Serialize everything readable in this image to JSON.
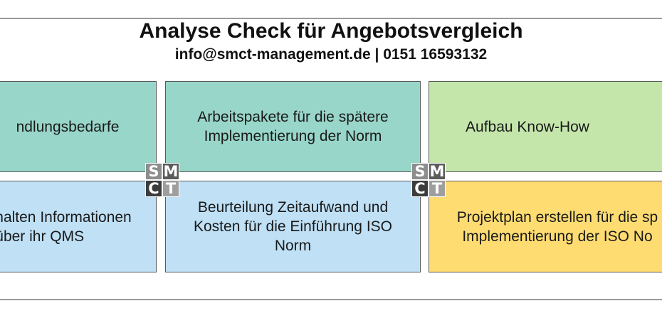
{
  "header": {
    "title": "Analyse Check für Angebotsvergleich",
    "subtitle": "info@smct-management.de | 0151 16593132"
  },
  "boxes": {
    "top_left": {
      "line1": "ndlungsbedarfe",
      "color": "#98d6c9"
    },
    "top_middle": {
      "line1": "Arbeitspakete für die spätere",
      "line2": "Implementierung der Norm",
      "color": "#98d6c9"
    },
    "top_right": {
      "line1": "Aufbau Know-How",
      "color": "#c4e6ab"
    },
    "bottom_left": {
      "line1": "halten Informationen",
      "line2": "über ihr QMS",
      "color": "#bfe0f5"
    },
    "bottom_middle": {
      "line1": "Beurteilung Zeitaufwand und",
      "line2": "Kosten für die Einführung ISO",
      "line3": "Norm",
      "color": "#bfe0f5"
    },
    "bottom_right": {
      "line1": "Projektplan erstellen für die sp",
      "line2": "Implementierung der ISO No",
      "color": "#ffdc72"
    }
  },
  "logo": {
    "letters": [
      "S",
      "M",
      "C",
      "T"
    ]
  }
}
